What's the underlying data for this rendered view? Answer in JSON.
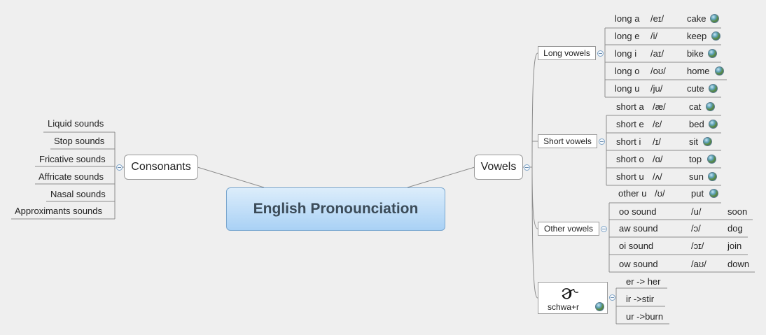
{
  "central": {
    "title": "English Pronounciation"
  },
  "consonants": {
    "label": "Consonants",
    "items": [
      "Liquid sounds",
      "Stop sounds",
      "Fricative sounds",
      "Affricate sounds",
      "Nasal sounds",
      "Approximants sounds"
    ]
  },
  "vowels": {
    "label": "Vowels",
    "long": {
      "label": "Long vowels",
      "rows": [
        {
          "name": "long a",
          "ipa": "/eɪ/",
          "word": "cake"
        },
        {
          "name": "long e",
          "ipa": "/i/",
          "word": "keep"
        },
        {
          "name": "long i",
          "ipa": "/aɪ/",
          "word": "bike"
        },
        {
          "name": "long o",
          "ipa": "/oʊ/",
          "word": "home"
        },
        {
          "name": "long u",
          "ipa": "/ju/",
          "word": "cute"
        }
      ]
    },
    "short": {
      "label": "Short vowels",
      "rows": [
        {
          "name": "short a",
          "ipa": "/æ/",
          "word": "cat"
        },
        {
          "name": "short e",
          "ipa": "/ɛ/",
          "word": "bed"
        },
        {
          "name": "short i",
          "ipa": "/ɪ/",
          "word": "sit"
        },
        {
          "name": "short o",
          "ipa": "/ɑ/",
          "word": "top"
        },
        {
          "name": "short u",
          "ipa": "/ʌ/",
          "word": "sun"
        }
      ]
    },
    "other": {
      "label": "Other vowels",
      "first": {
        "name": "other u",
        "ipa": "/ʊ/",
        "word": "put"
      },
      "rows": [
        {
          "name": "oo sound",
          "ipa": "/u/",
          "word": "soon"
        },
        {
          "name": "aw sound",
          "ipa": "/ɔ/",
          "word": "dog"
        },
        {
          "name": "oi sound",
          "ipa": "/ɔɪ/",
          "word": "join"
        },
        {
          "name": "ow sound",
          "ipa": "/aʊ/",
          "word": "down"
        }
      ]
    },
    "schwa": {
      "symbol": "ɚ",
      "label": "schwa+r",
      "items": [
        "er -> her",
        "ir  ->stir",
        "ur ->burn"
      ]
    }
  },
  "colors": {
    "line": "#8a8a8a",
    "central_top": "#dcedfb",
    "central_bottom": "#a9d1f5",
    "background": "#efefef"
  }
}
